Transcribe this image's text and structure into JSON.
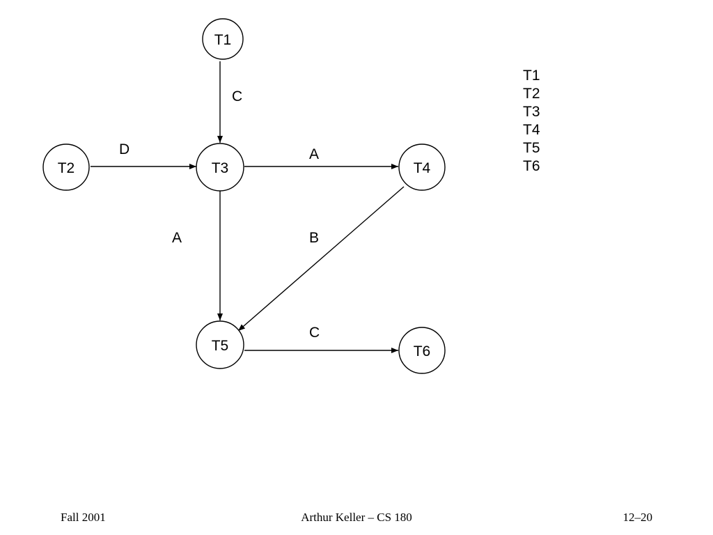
{
  "graph": {
    "nodes": [
      {
        "id": "T1",
        "label": "T1"
      },
      {
        "id": "T2",
        "label": "T2"
      },
      {
        "id": "T3",
        "label": "T3"
      },
      {
        "id": "T4",
        "label": "T4"
      },
      {
        "id": "T5",
        "label": "T5"
      },
      {
        "id": "T6",
        "label": "T6"
      }
    ],
    "edges": [
      {
        "from": "T1",
        "to": "T3",
        "label": "C"
      },
      {
        "from": "T2",
        "to": "T3",
        "label": "D"
      },
      {
        "from": "T3",
        "to": "T4",
        "label": "A"
      },
      {
        "from": "T3",
        "to": "T5",
        "label": "A"
      },
      {
        "from": "T4",
        "to": "T5",
        "label": "B"
      },
      {
        "from": "T5",
        "to": "T6",
        "label": "C"
      }
    ]
  },
  "order_list": [
    "T1",
    "T2",
    "T3",
    "T4",
    "T5",
    "T6"
  ],
  "footer": {
    "left": "Fall 2001",
    "center": "Arthur Keller – CS 180",
    "right": "12–20"
  }
}
